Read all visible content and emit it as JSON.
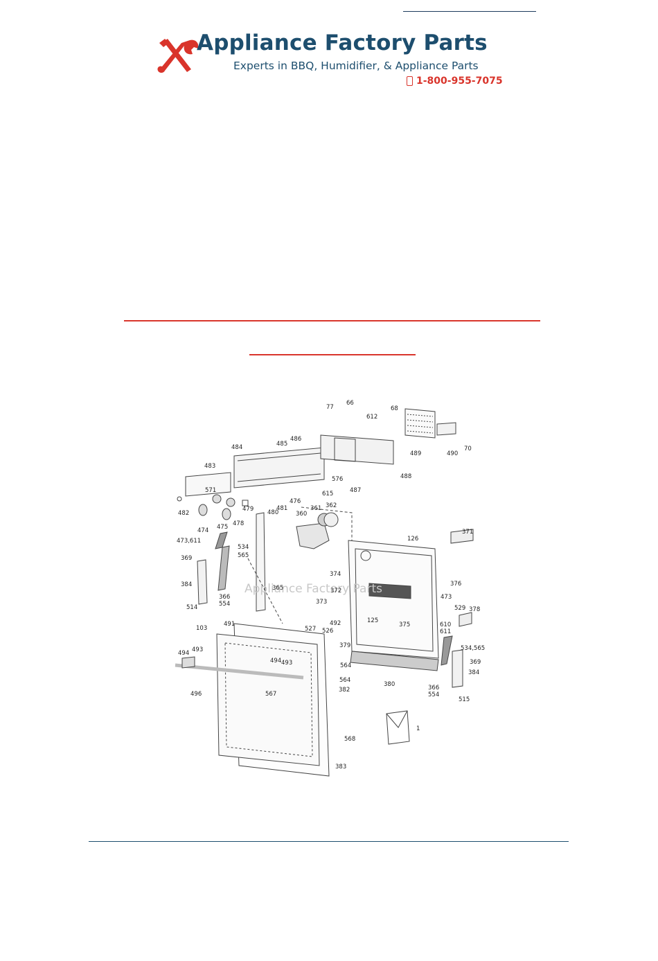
{
  "header": {
    "brand_name": "Appliance Factory Parts",
    "tagline": "Experts in BBQ, Humidifier, & Appliance Parts",
    "phone": "1-800-955-7075",
    "logo_icon": "wrench-screwdriver-icon",
    "phone_icon": "mobile-phone-icon"
  },
  "colors": {
    "brand_blue": "#1d4e6e",
    "brand_red": "#d9342b"
  },
  "diagram": {
    "watermark": "Appliance Factory Parts",
    "part_labels": [
      "77",
      "66",
      "612",
      "68",
      "485",
      "486",
      "484",
      "489",
      "490",
      "70",
      "488",
      "483",
      "576",
      "487",
      "571",
      "615",
      "476",
      "481",
      "482",
      "479",
      "480",
      "474",
      "475",
      "478",
      "360",
      "361",
      "362",
      "126",
      "371",
      "473,611",
      "534",
      "565",
      "369",
      "384",
      "365",
      "374",
      "376",
      "372",
      "373",
      "125",
      "375",
      "514",
      "366",
      "554",
      "473",
      "610",
      "611",
      "529",
      "378",
      "491",
      "492",
      "527",
      "526",
      "103",
      "379",
      "494",
      "493",
      "564",
      "534,565",
      "369",
      "494",
      "493",
      "567",
      "380",
      "564",
      "382",
      "366",
      "554",
      "384",
      "515",
      "496",
      "1",
      "568",
      "383"
    ]
  }
}
